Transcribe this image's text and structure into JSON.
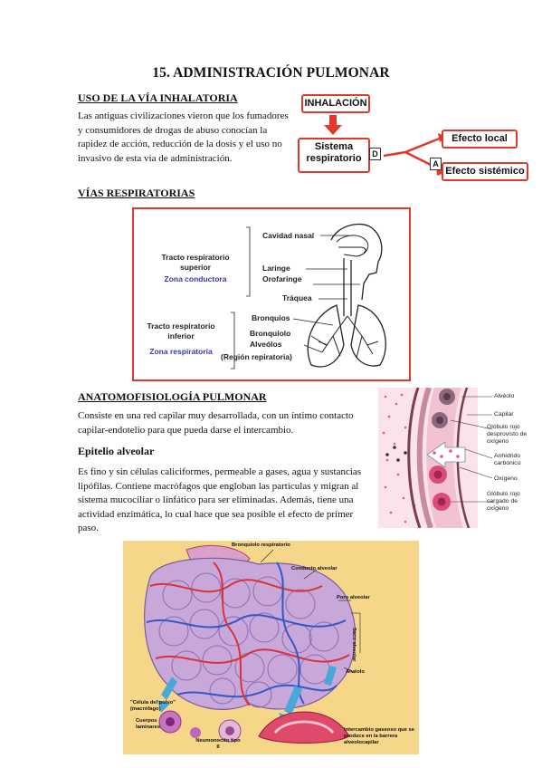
{
  "title": "15. ADMINISTRACIÓN PULMONAR",
  "section1": {
    "heading": "USO DE LA VÍA INHALATORIA",
    "paragraph": "Las antiguas civilizaciones vieron que los fumadores y consumidores de drogas de abuso conocían la rapidez de acción, reducción de la dosis y el uso no invasivo de esta vía de administración."
  },
  "flow_diagram": {
    "inhalacion": "INHALACIÓN",
    "sistema": "Sistema respiratorio",
    "tag_d": "D",
    "tag_a": "A",
    "efecto_local": "Efecto local",
    "efecto_sistemico": "Efecto sistémico"
  },
  "section2": {
    "heading": "VÍAS RESPIRATORIAS",
    "figure": {
      "tracto_superior": "Tracto respiratorio superior",
      "zona_conductora": "Zona conductora",
      "tracto_inferior": "Tracto respiratorio inferior",
      "zona_respiratoria": "Zona respiratoria",
      "cavidad_nasal": "Cavidad nasal",
      "laringe": "Laringe",
      "orofaringe": "Orofaringe",
      "traquea": "Tráquea",
      "bronquios": "Bronquios",
      "bronquiolo": "Bronquiolo",
      "alveolos": "Alveólos",
      "region": "(Región repiratoria)"
    }
  },
  "section3": {
    "heading": "ANATOMOFISIOLOGÍA PULMONAR",
    "paragraph": "Consiste en una red capilar muy desarrollada, con un íntimo contacto capilar-endotelio para que pueda darse el intercambio.",
    "subheading": "Epitelio alveolar",
    "paragraph2": "Es fino y sin células caliciformes, permeable a gases, agua y sustancias lipófilas. Contiene macrófagos que engloban las partículas y migran al sistema mucociliar o linfático para ser eliminadas. Además, tiene una actividad enzimática, lo cual hace que sea posible el efecto de primer paso.",
    "alveolo_figure": {
      "alveolo": "Alvéolo",
      "capilar": "Capilar",
      "globulo_desprovisto": "Glóbulo rojo desprovisto de oxígeno",
      "anhidrido": "Anhídrido carbónico",
      "oxigeno": "Oxígeno",
      "globulo_cargado": "Glóbulo rojo cargado de oxígeno"
    }
  },
  "bottom_figure": {
    "bronquiolo": "Bronquiolo respiratorio",
    "conducto": "Conducto alveolar",
    "poro": "Poro alveolar",
    "saco": "Saco alveolar",
    "alveolo": "Alvéolo",
    "celula_polvo": "\"Célula del polvo\" (macrófago)",
    "cuerpos": "Cuerpos laminares",
    "neumonocito": "Neumonocito tipo II",
    "intercambio": "Intercambio gaseoso que se produce en la barrera alveolocapilar"
  },
  "colors": {
    "accent_red": "#e0392b",
    "zone_blue": "#3a3aa8",
    "bottom_bg": "#f6d78a"
  }
}
